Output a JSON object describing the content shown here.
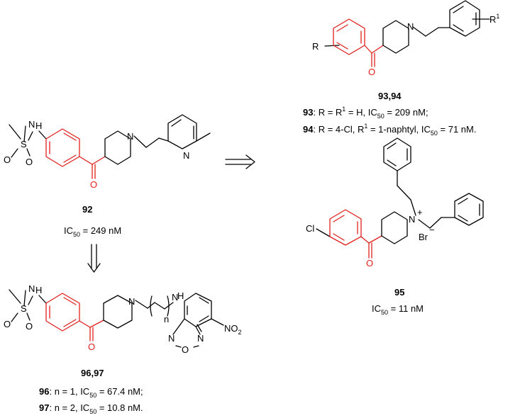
{
  "compounds": {
    "c92": {
      "id": "92",
      "ic50_label": "IC",
      "ic50_sub": "50",
      "ic50_value": " = 249 nM"
    },
    "c9394": {
      "id": "93,94",
      "line1": {
        "id": "93",
        "text1": ": R = R",
        "sup": "1",
        "text2": " = H, IC",
        "sub": "50",
        "text3": " = 209 nM;"
      },
      "line2": {
        "id": "94",
        "text1": ": R = 4-Cl, R",
        "sup": "1",
        "text2": " = 1-naphtyl, IC",
        "sub": "50",
        "text3": " = 71 nM."
      }
    },
    "c95": {
      "id": "95",
      "ic50_label": "IC",
      "ic50_sub": "50",
      "ic50_value": " = 11 nM"
    },
    "c9697": {
      "id": "96,97",
      "line1": {
        "id": "96",
        "text1": ": n = 1, IC",
        "sub": "50",
        "text2": " = 67.4 nM;"
      },
      "line2": {
        "id": "97",
        "text1": ": n = 2, IC",
        "sub": "50",
        "text2": " = 10.8 nM."
      }
    }
  },
  "atoms": {
    "N": "N",
    "H": "H",
    "S": "S",
    "O": "O",
    "Cl": "Cl",
    "R": "R",
    "R1": "R",
    "R1sup": "1",
    "n": "n",
    "NO": "NO",
    "NOsub": "2",
    "plus": "+",
    "Br": "Br",
    "minus": "−"
  },
  "colors": {
    "scaffold": "#e0201c",
    "text": "#000000"
  }
}
